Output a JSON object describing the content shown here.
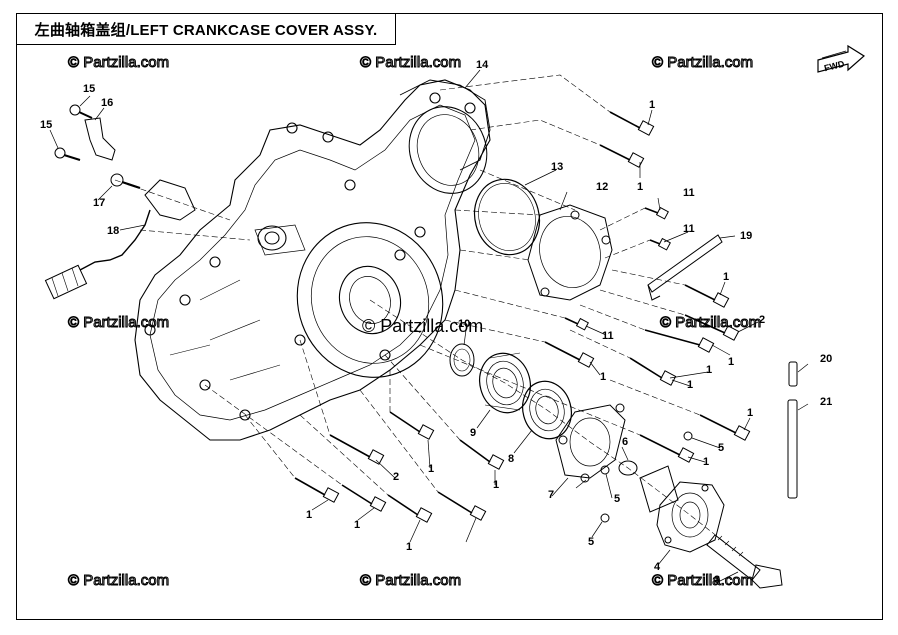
{
  "title": "左曲轴箱盖组/LEFT CRANKCASE COVER ASSY.",
  "fwd_label": "FWD",
  "watermark": "© Partzilla.com",
  "watermark_center": "© Partzilla.com",
  "callouts": [
    {
      "id": "c1a",
      "label": "1"
    },
    {
      "id": "c1b",
      "label": "1"
    },
    {
      "id": "c1c",
      "label": "1"
    },
    {
      "id": "c1d",
      "label": "1"
    },
    {
      "id": "c1e",
      "label": "1"
    },
    {
      "id": "c1f",
      "label": "1"
    },
    {
      "id": "c1g",
      "label": "1"
    },
    {
      "id": "c1h",
      "label": "1"
    },
    {
      "id": "c1i",
      "label": "1"
    },
    {
      "id": "c1j",
      "label": "1"
    },
    {
      "id": "c1k",
      "label": "1"
    },
    {
      "id": "c1l",
      "label": "1"
    },
    {
      "id": "c1m",
      "label": "1"
    },
    {
      "id": "c1n",
      "label": "1"
    },
    {
      "id": "c2a",
      "label": "2"
    },
    {
      "id": "c2b",
      "label": "2"
    },
    {
      "id": "c3",
      "label": "3"
    },
    {
      "id": "c4",
      "label": "4"
    },
    {
      "id": "c5a",
      "label": "5"
    },
    {
      "id": "c5b",
      "label": "5"
    },
    {
      "id": "c5c",
      "label": "5"
    },
    {
      "id": "c6",
      "label": "6"
    },
    {
      "id": "c7",
      "label": "7"
    },
    {
      "id": "c8",
      "label": "8"
    },
    {
      "id": "c9",
      "label": "9"
    },
    {
      "id": "c10",
      "label": "10"
    },
    {
      "id": "c11a",
      "label": "11"
    },
    {
      "id": "c11b",
      "label": "11"
    },
    {
      "id": "c11c",
      "label": "11"
    },
    {
      "id": "c12",
      "label": "12"
    },
    {
      "id": "c13",
      "label": "13"
    },
    {
      "id": "c14",
      "label": "14"
    },
    {
      "id": "c15a",
      "label": "15"
    },
    {
      "id": "c15b",
      "label": "15"
    },
    {
      "id": "c16",
      "label": "16"
    },
    {
      "id": "c17",
      "label": "17"
    },
    {
      "id": "c18",
      "label": "18"
    },
    {
      "id": "c19",
      "label": "19"
    },
    {
      "id": "c20",
      "label": "20"
    },
    {
      "id": "c21",
      "label": "21"
    }
  ]
}
